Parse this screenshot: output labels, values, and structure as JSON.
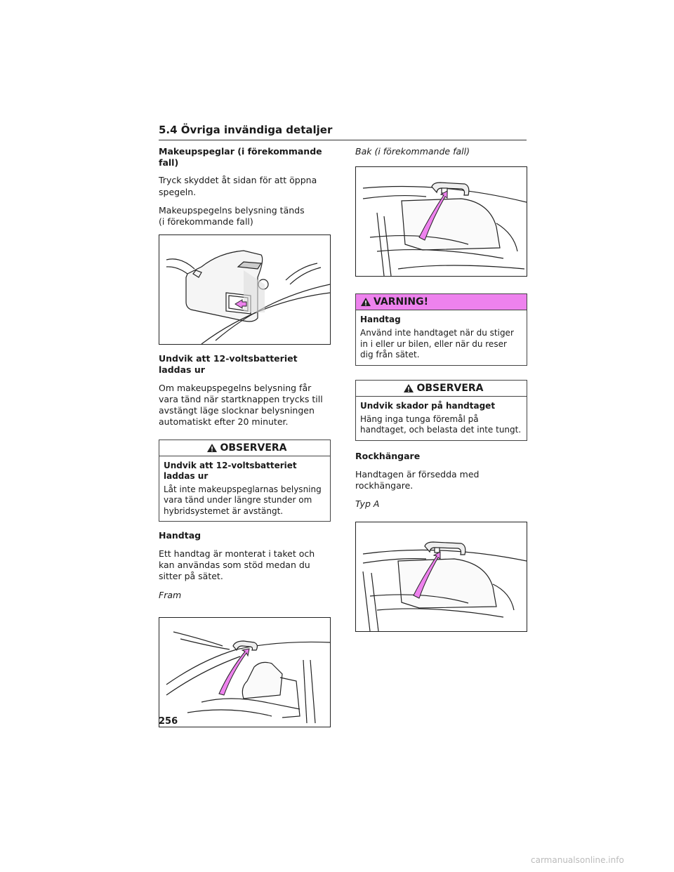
{
  "section": {
    "title": "5.4 Övriga invändiga detaljer"
  },
  "left": {
    "makeup": {
      "heading": "Makeupspeglar (i förekommande fall)",
      "p1": "Tryck skyddet åt sidan för att öppna spegeln.",
      "p2a": "Makeupspegelns belysning tänds",
      "p2b": "(i förekommande fall)"
    },
    "battery": {
      "heading": "Undvik att 12-voltsbatteriet laddas ur",
      "text": "Om makeupspegelns belysning får vara tänd när startknappen trycks till avstängt läge slocknar belysningen automatiskt efter 20 minuter."
    },
    "notice": {
      "title": "OBSERVERA",
      "heading": "Undvik att 12-voltsbatteriet laddas ur",
      "text": "Låt inte makeupspeglarnas belysning vara tänd under längre stunder om hybridsystemet är avstängt."
    },
    "handle": {
      "heading": "Handtag",
      "text": "Ett handtag är monterat i taket och kan användas som stöd medan du sitter på sätet.",
      "caption": "Fram"
    }
  },
  "right": {
    "caption_rear": "Bak (i förekommande fall)",
    "warning": {
      "title": "VARNING!",
      "heading": "Handtag",
      "text": "Använd inte handtaget när du stiger in i eller ur bilen, eller när du reser dig från sätet."
    },
    "notice": {
      "title": "OBSERVERA",
      "heading": "Undvik skador på handtaget",
      "text": "Häng inga tunga föremål på handtaget, och belasta det inte tungt."
    },
    "hooks": {
      "heading": "Rockhängare",
      "text": "Handtagen är försedda med rockhängare.",
      "caption": "Typ A"
    }
  },
  "page": {
    "number": "256"
  },
  "footer": {
    "watermark": "carmanualsonline.info"
  },
  "colors": {
    "warning_bar": "#ee82ee",
    "arrow_fill": "#ee82ee"
  }
}
